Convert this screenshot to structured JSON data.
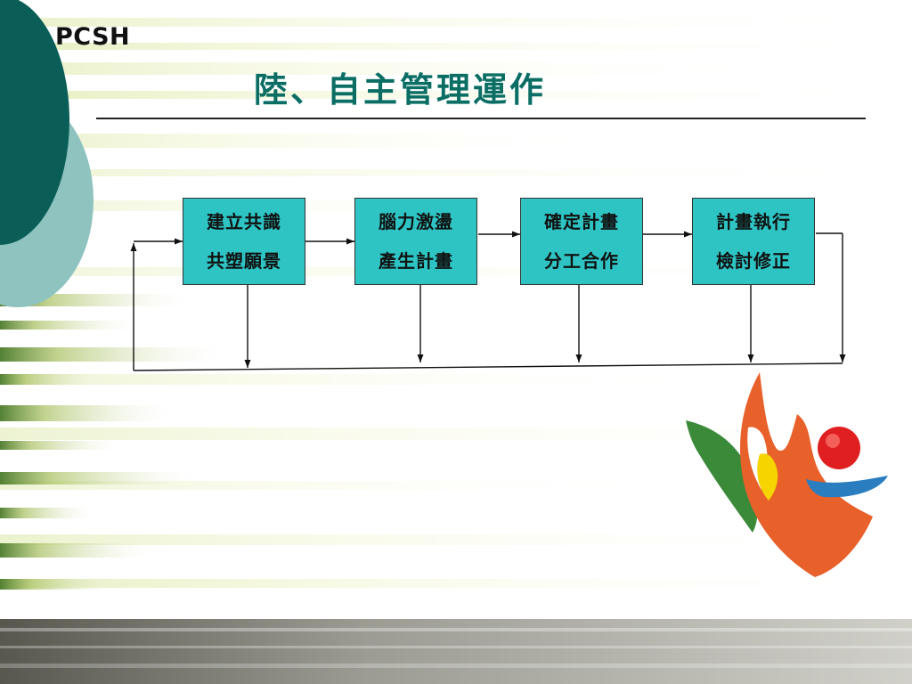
{
  "brand": "PCSH",
  "title": "陸、自主管理運作",
  "colors": {
    "title": "#0a6e64",
    "box_fill": "#2ec4c4",
    "dark_teal": "#0b5e57",
    "light_teal": "#8fc3c0",
    "logo_orange": "#e8602a",
    "logo_green": "#3a8a3a",
    "logo_yellow": "#f5d400",
    "logo_red": "#e02020",
    "logo_blue": "#2a7ec0"
  },
  "boxes": [
    {
      "line1": "建立共識",
      "line2": "共塑願景"
    },
    {
      "line1": "腦力激盪",
      "line2": "產生計畫"
    },
    {
      "line1": "確定計畫",
      "line2": "分工合作"
    },
    {
      "line1": "計畫執行",
      "line2": "檢討修正"
    }
  ]
}
